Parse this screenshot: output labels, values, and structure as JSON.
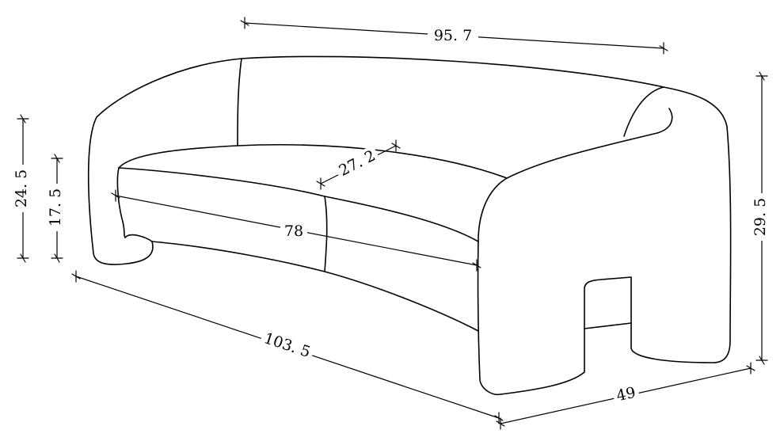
{
  "dimensions": {
    "top_width": "95. 7",
    "seat_depth": "27. 2",
    "seat_width": "78",
    "overall_length": "103. 5",
    "depth": "49",
    "arm_height": "24. 5",
    "seat_height": "17. 5",
    "total_height": "29. 5"
  },
  "colors": {
    "line": "#000000",
    "background": "#ffffff"
  }
}
